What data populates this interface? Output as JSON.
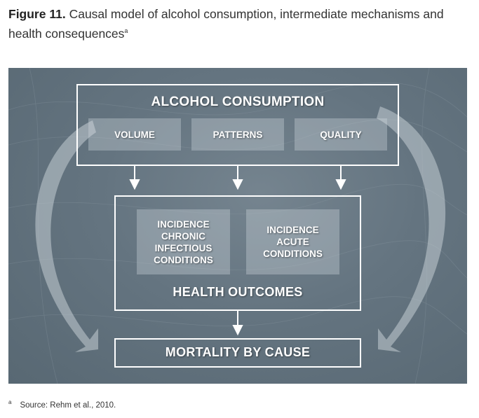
{
  "caption": {
    "figure_number": "Figure 11.",
    "text": "Causal model of alcohol consumption, intermediate mechanisms and health consequences",
    "superscript": "a"
  },
  "diagram": {
    "consumption": {
      "title": "ALCOHOL CONSUMPTION",
      "items": [
        "VOLUME",
        "PATTERNS",
        "QUALITY"
      ]
    },
    "health": {
      "title": "HEALTH OUTCOMES",
      "items": [
        "INCIDENCE CHRONIC INFECTIOUS CONDITIONS",
        "INCIDENCE ACUTE CONDITIONS"
      ]
    },
    "mortality": {
      "title": "MORTALITY BY CAUSE"
    }
  },
  "footnote": {
    "mark": "a",
    "text": "Source: Rehm et al., 2010."
  },
  "colors": {
    "panel_background": "#64747f",
    "box_border": "#ffffff",
    "sub_box_fill": "#9aa6ae"
  }
}
